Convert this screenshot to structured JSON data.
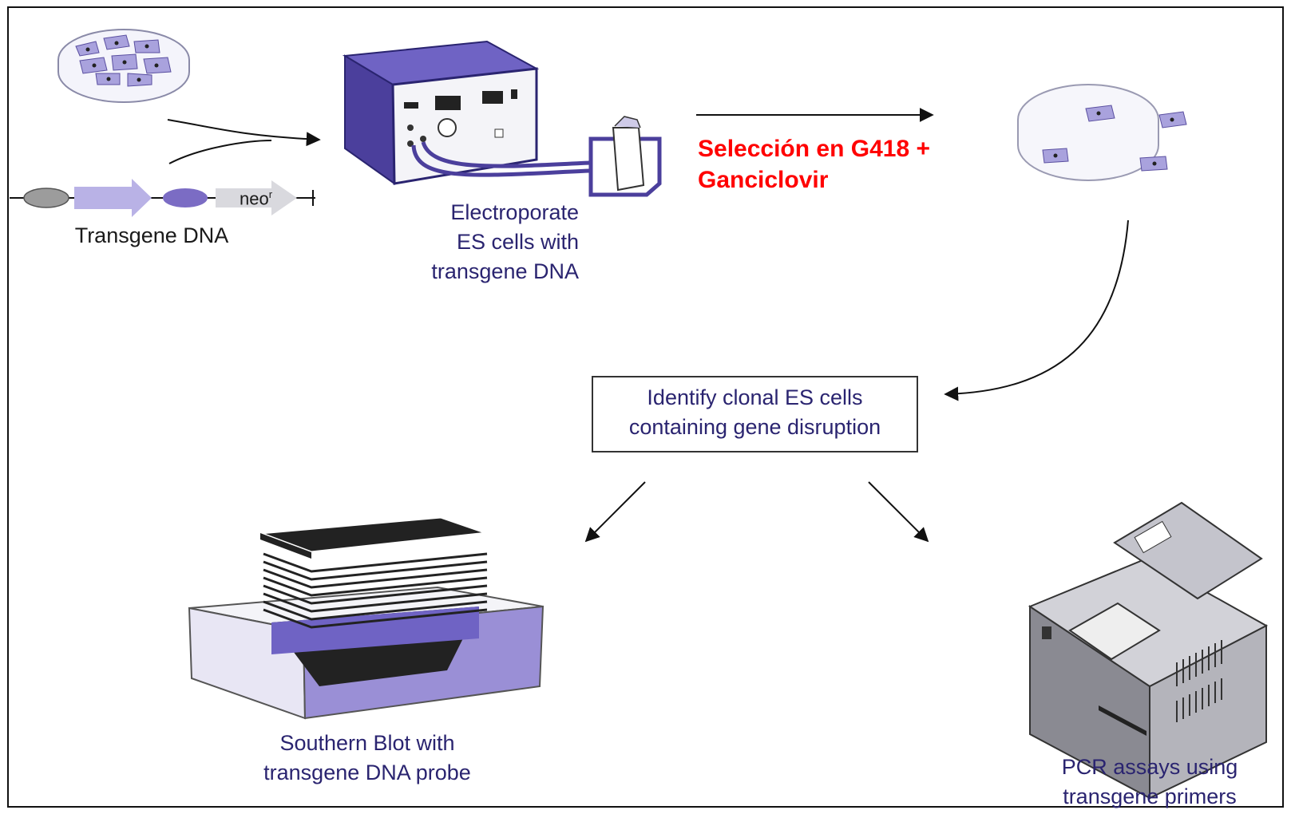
{
  "labels": {
    "transgene_dna": "Transgene DNA",
    "neo_marker": "neo",
    "neo_superscript": "r",
    "electroporate": [
      "Electroporate",
      "ES cells with",
      "transgene DNA"
    ],
    "selection": [
      "Selección en G418 +",
      "Ganciclovir"
    ],
    "identify": [
      "Identify clonal ES cells",
      "containing gene disruption"
    ],
    "southern": [
      "Southern Blot with",
      "transgene DNA probe"
    ],
    "pcr": [
      "PCR assays using",
      "transgene primers"
    ]
  },
  "colors": {
    "accent_purple": "#7b6cc4",
    "light_purple": "#b9b2e6",
    "selection_red": "#ff0000",
    "label_navy": "#2a2470"
  }
}
